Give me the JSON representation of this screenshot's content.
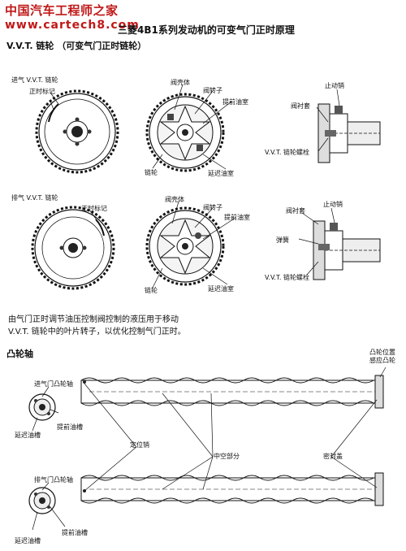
{
  "watermark": {
    "line1": "中国汽车工程师之家",
    "line2": "www.cartech8.com"
  },
  "title": "三菱4B1系列发动机的可变气门正时原理",
  "vvt_section": {
    "heading": "V.V.T. 链轮 （可变气门正时链轮）",
    "intake": {
      "sprocket_label": "进气 V.V.T. 链轮",
      "timing_mark": "正时标记",
      "housing": "阀壳体",
      "rotor": "阀转子",
      "advance_chamber": "提前油室",
      "sprocket": "链轮",
      "retard_chamber": "延迟油室",
      "stopper_pin": "止动销",
      "valve_sleeve": "阀衬套",
      "bolt": "V.V.T. 链轮螺栓"
    },
    "exhaust": {
      "sprocket_label": "排气 V.V.T. 链轮",
      "timing_mark": "正时标记",
      "housing": "阀壳体",
      "rotor": "阀转子",
      "advance_chamber": "提前油室",
      "sprocket": "链轮",
      "retard_chamber": "延迟油室",
      "stopper_pin": "止动销",
      "valve_sleeve": "阀衬套",
      "spring": "弹簧",
      "bolt": "V.V.T. 链轮螺栓"
    },
    "description_line1": "由气门正时调节油压控制阀控制的液压用于移动",
    "description_line2": "V.V.T. 链轮中的叶片转子，以优化控制气门正时。"
  },
  "camshaft_section": {
    "heading": "凸轮轴",
    "intake_cam": "进气门凸轮轴",
    "exhaust_cam": "排气门凸轮轴",
    "advance_groove": "提前油槽",
    "retard_groove": "延迟油槽",
    "locating_pin": "定位销",
    "hollow_part": "中空部分",
    "seal_cap": "密封盖",
    "sensor_cam_line1": "凸轮位置",
    "sensor_cam_line2": "感应凸轮"
  }
}
